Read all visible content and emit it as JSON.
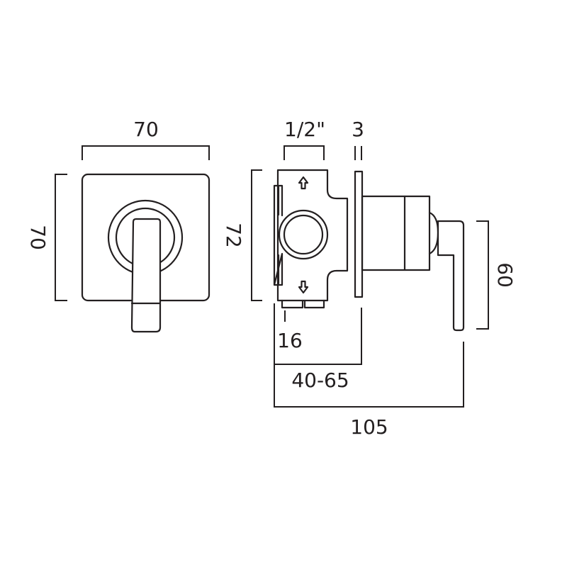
{
  "dimensions": {
    "front_width": "70",
    "front_height": "70",
    "thread_size": "1/2\"",
    "plate_thickness": "3",
    "body_height": "72",
    "handle_height": "60",
    "base_depth": "16",
    "wall_depth_range": "40-65",
    "overall_depth": "105"
  },
  "colors": {
    "line": "#231f20",
    "background": "#ffffff"
  },
  "icons": [
    "arrow-up-icon",
    "arrow-down-icon"
  ]
}
